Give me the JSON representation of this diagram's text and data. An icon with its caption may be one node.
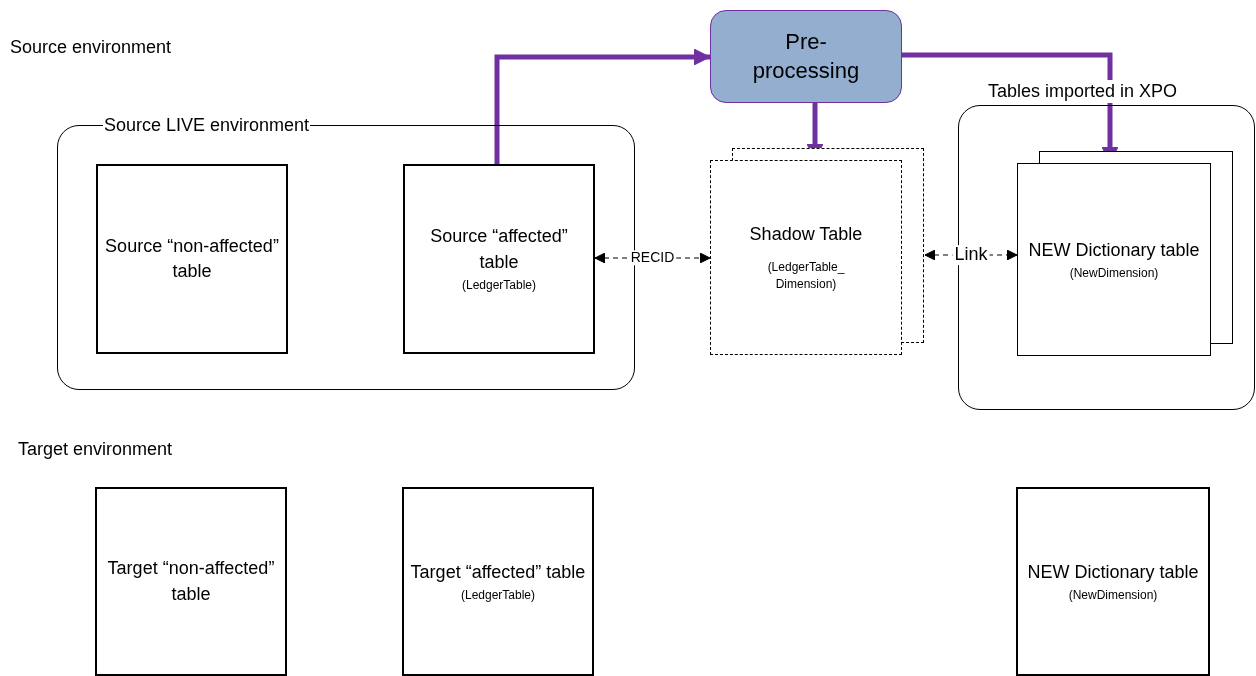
{
  "diagram": {
    "nodes": [
      {
        "text": [
          "Source LIVE environment"
        ]
      },
      {
        "text": [
          "Source “non-affected” table"
        ],
        "in": 0
      },
      {
        "text": [
          "Source “affected” table",
          "(LedgerTable)"
        ],
        "in": 0
      },
      {
        "text": [
          "Pre-processing"
        ]
      },
      {
        "text": [
          "Shadow Table",
          "(LedgerTable_ Dimension)"
        ]
      },
      {
        "text": [
          "Tables imported in XPO"
        ]
      },
      {
        "text": [
          "NEW Dictionary table",
          "(NewDimension)"
        ],
        "in": 5
      },
      {
        "text": [
          "Target “non-affected” table"
        ]
      },
      {
        "text": [
          "Target “affected” table",
          "(LedgerTable)"
        ]
      },
      {
        "text": [
          "NEW Dictionary table",
          "(NewDimension)"
        ]
      }
    ],
    "edges": [
      {
        "from": 2,
        "to": 3,
        "arrow": "to"
      },
      {
        "from": 3,
        "to": 4,
        "arrow": "to"
      },
      {
        "from": 3,
        "to": 6,
        "arrow": "to"
      },
      {
        "from": 2,
        "to": 4,
        "arrow": "both",
        "label": "RECID",
        "style": "dashed",
        "color": "#000000"
      },
      {
        "from": 4,
        "to": 6,
        "arrow": "both",
        "label": "Link",
        "style": "dashed",
        "color": "#000000"
      }
    ],
    "labels": [
      "Source environment",
      "Target environment"
    ]
  }
}
